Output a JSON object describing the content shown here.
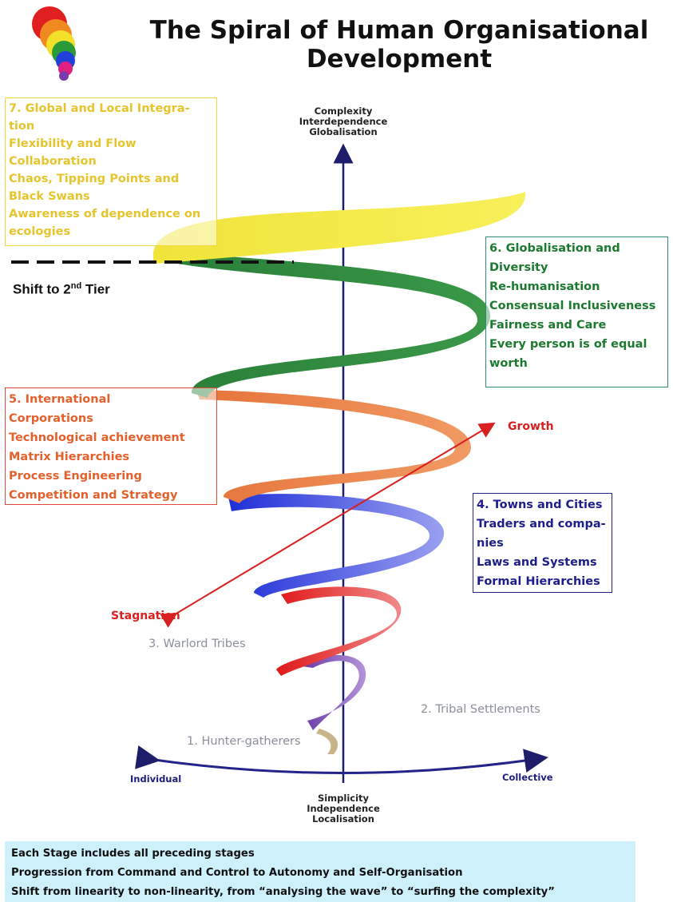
{
  "title": {
    "line1": "The Spiral of Human Organisational",
    "line2": "Development"
  },
  "axis": {
    "top": [
      "Complexity",
      "Interdependence",
      "Globalisation"
    ],
    "bottom": [
      "Simplicity",
      "Independence",
      "Localisation"
    ],
    "left": "Individual",
    "right": "Collective"
  },
  "arrows": {
    "growth": "Growth",
    "stagnation": "Stagnation"
  },
  "shift": {
    "text": "Shift to 2",
    "sup": "nd",
    "tail": " Tier"
  },
  "stages": {
    "stage7": {
      "lines": [
        "7.  Global and Local Integra-",
        "tion",
        "Flexibility and Flow",
        "Collaboration",
        "Chaos, Tipping Points and",
        "Black Swans",
        "Awareness of dependence on",
        "ecologies"
      ],
      "color": "#e6c52c"
    },
    "stage6": {
      "lines": [
        "6. Globalisation and",
        "Diversity",
        "Re-humanisation",
        "Consensual  Inclusiveness",
        "Fairness and Care",
        "Every person is of equal",
        " worth"
      ],
      "color": "#1c7a30"
    },
    "stage5": {
      "lines": [
        "5. International",
        "Corporations",
        "Technological achievement",
        "Matrix Hierarchies",
        "Process Engineering",
        "Competition and Strategy"
      ],
      "color": "#e4602c"
    },
    "stage4": {
      "lines": [
        "4. Towns and Cities",
        "Traders and compa-",
        "nies",
        "Laws and Systems",
        "Formal Hierarchies"
      ],
      "color": "#1d1d8c"
    },
    "stage3": "3. Warlord Tribes",
    "stage2": "2. Tribal Settlements",
    "stage1": "1. Hunter-gatherers"
  },
  "footer": [
    "Each Stage includes all preceding stages",
    "Progression from Command and Control to Autonomy and Self-Organisation",
    "Shift from linearity to non-linearity, from “analysing the wave” to “surfing the complexity”"
  ],
  "colors": {
    "yellow": "#f4ec3c",
    "green": "#2f8a3e",
    "orange": "#ec8a52",
    "blue": "#2f3ee0",
    "red": "#e42a2a",
    "purple": "#7a4bb0",
    "tan": "#c8b48a",
    "axis": "#1d1d6a",
    "arrow": "#d82020"
  }
}
